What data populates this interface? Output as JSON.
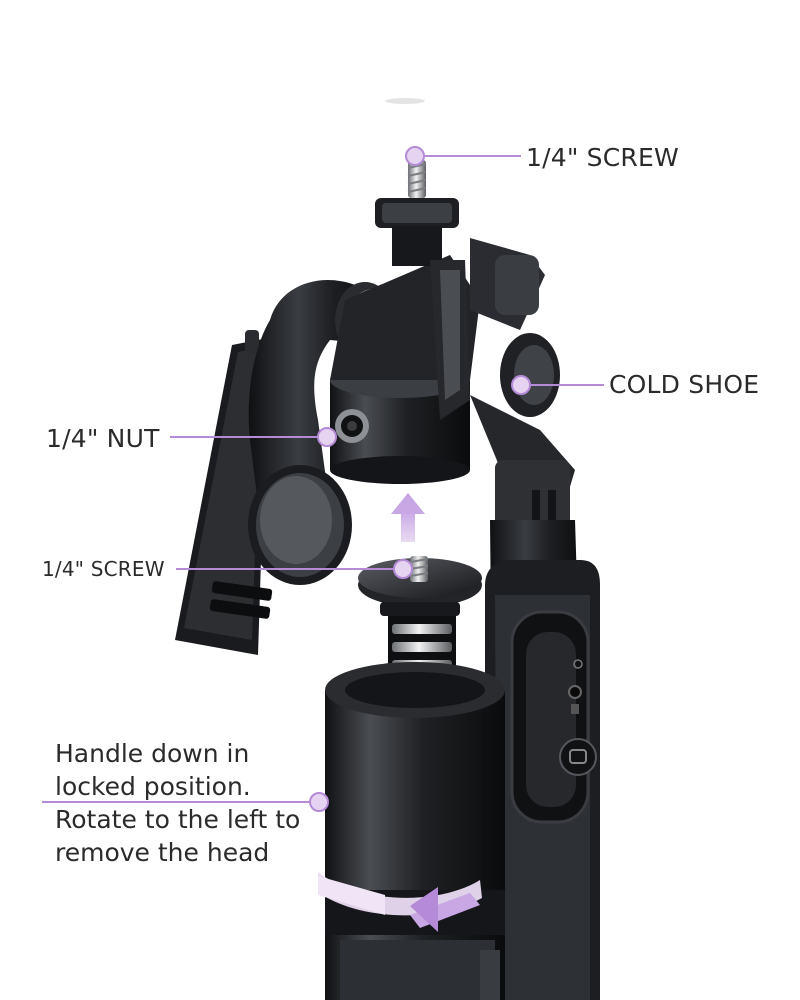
{
  "labels": {
    "top_screw": "1/4\" SCREW",
    "cold_shoe": "COLD SHOE",
    "nut": "1/4\" NUT",
    "mid_screw": "1/4\" SCREW"
  },
  "note": {
    "lines": [
      "Handle down in",
      "locked position.",
      "Rotate to the left to",
      "remove the head"
    ]
  },
  "colors": {
    "accent": "#b58ad6",
    "accent_light": "#e6d3f2",
    "text": "#2b2b2b",
    "device_dark": "#1d1f22"
  }
}
